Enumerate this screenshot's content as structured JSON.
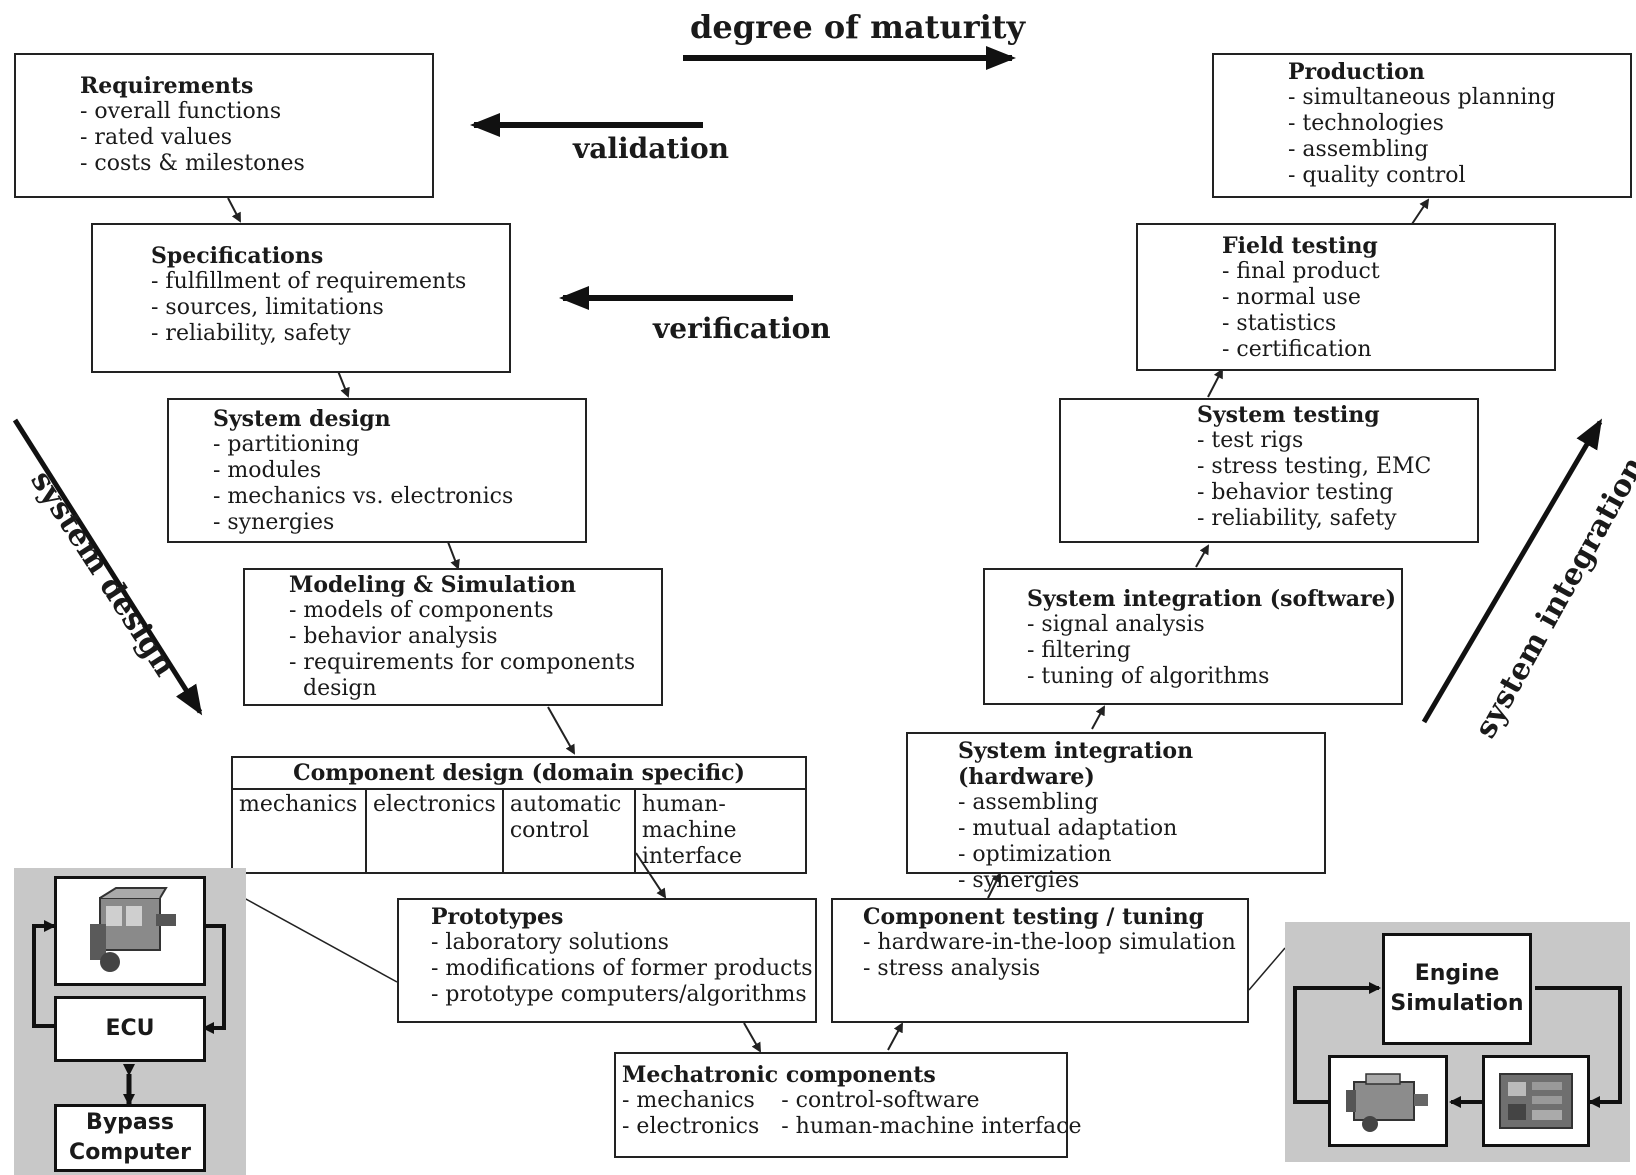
{
  "top": {
    "maturity_label": "degree of maturity",
    "validation_label": "validation",
    "verification_label": "verification"
  },
  "side": {
    "system_design_label": "system design",
    "system_integration_label": "system integration"
  },
  "requirements": {
    "title": "Requirements",
    "items": [
      "- overall functions",
      "- rated values",
      "- costs & milestones"
    ]
  },
  "specifications": {
    "title": "Specifications",
    "items": [
      "- fulfillment of requirements",
      "- sources, limitations",
      "- reliability, safety"
    ]
  },
  "system_design": {
    "title": "System design",
    "items": [
      "- partitioning",
      "- modules",
      "- mechanics vs. electronics",
      "- synergies"
    ]
  },
  "modeling": {
    "title": "Modeling & Simulation",
    "items": [
      "- models of components",
      "- behavior analysis",
      "- requirements for components",
      "design"
    ]
  },
  "component_design": {
    "title": "Component design (domain specific)",
    "cells": [
      "mechanics",
      "electronics",
      "automatic control",
      "human-machine interface"
    ]
  },
  "prototypes": {
    "title": "Prototypes",
    "items": [
      "- laboratory solutions",
      "- modifications of former products",
      "- prototype computers/algorithms"
    ]
  },
  "mechatronic": {
    "title": "Mechatronic components",
    "items_left": [
      "- mechanics",
      "- electronics"
    ],
    "items_right": [
      "- control-software",
      "- human-machine interface"
    ]
  },
  "component_testing": {
    "title": "Component testing / tuning",
    "items": [
      "- hardware-in-the-loop simulation",
      "- stress analysis"
    ]
  },
  "integration_hw": {
    "title": "System integration (hardware)",
    "items": [
      "- assembling",
      "- mutual adaptation",
      "- optimization",
      "- synergies"
    ]
  },
  "integration_sw": {
    "title": "System integration (software)",
    "items": [
      "- signal analysis",
      "- filtering",
      "- tuning of algorithms"
    ]
  },
  "system_testing": {
    "title": "System testing",
    "items": [
      "- test rigs",
      "- stress testing, EMC",
      "- behavior testing",
      "- reliability, safety"
    ]
  },
  "field_testing": {
    "title": "Field testing",
    "items": [
      "- final product",
      "- normal use",
      "- statistics",
      "- certification"
    ]
  },
  "production": {
    "title": "Production",
    "items": [
      "- simultaneous planning",
      "- technologies",
      "- assembling",
      "- quality control"
    ]
  },
  "left_panel": {
    "ecu_label": "ECU",
    "bypass_label": "Bypass Computer"
  },
  "right_panel": {
    "engine_sim_label": "Engine Simulation"
  },
  "colors": {
    "line": "#222222",
    "panel_gray": "#c8c8c8"
  }
}
